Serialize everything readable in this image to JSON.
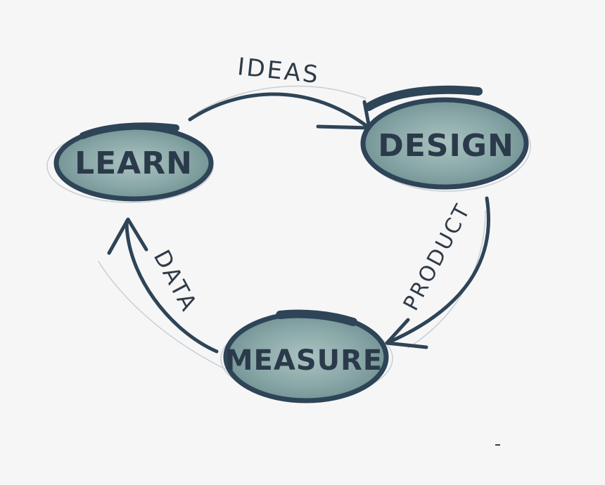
{
  "diagram": {
    "nodes": {
      "learn": {
        "label": "LEARN"
      },
      "design": {
        "label": "DESIGN"
      },
      "measure": {
        "label": "MEASURE"
      }
    },
    "edges": {
      "learn_to_design": {
        "label": "IDEAS"
      },
      "design_to_measure": {
        "label": "PRODUCT"
      },
      "measure_to_learn": {
        "label": "DATA"
      }
    },
    "colors": {
      "ink": "#2e4457",
      "fill_center": "#a5bfbd",
      "fill_edge": "#6f8f91",
      "background": "#f6f6f7"
    }
  }
}
